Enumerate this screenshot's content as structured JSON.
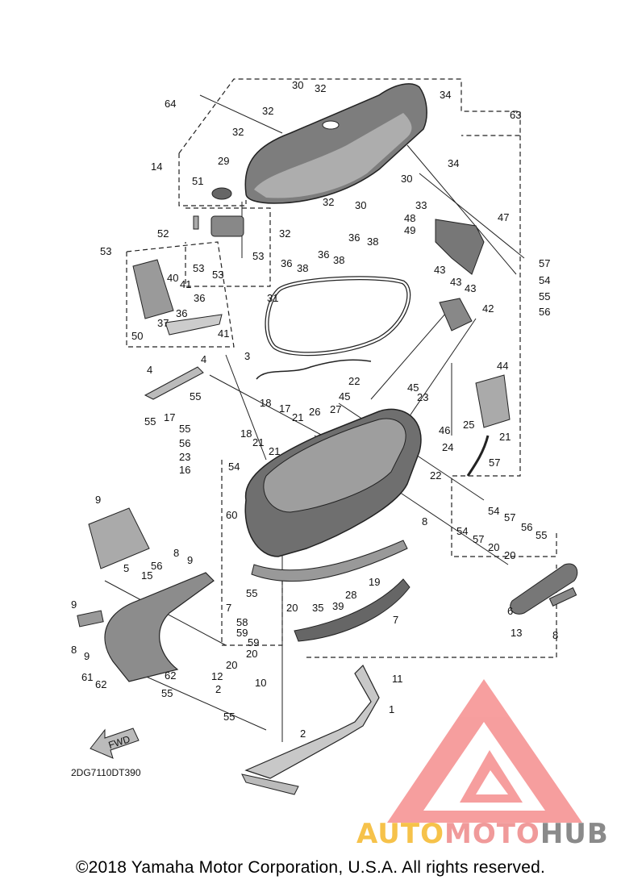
{
  "diagram": {
    "code": "2DG7110DT390",
    "fwd_label": "FWD",
    "copyright": "©2018 Yamaha Motor Corporation, U.S.A. All rights reserved.",
    "watermark": {
      "part1": "AUTO",
      "part2": "MOTO",
      "part3": "HUB",
      "colors": [
        "#f6c24a",
        "#f09a9a",
        "#8a8a8a"
      ]
    },
    "callouts": [
      "64",
      "30",
      "32",
      "34",
      "63",
      "32",
      "32",
      "14",
      "29",
      "30",
      "34",
      "51",
      "30",
      "33",
      "32",
      "52",
      "48",
      "47",
      "49",
      "53",
      "32",
      "36",
      "38",
      "36",
      "38",
      "53",
      "53",
      "53",
      "36",
      "38",
      "31",
      "57",
      "54",
      "55",
      "56",
      "43",
      "43",
      "43",
      "42",
      "40",
      "41",
      "36",
      "36",
      "37",
      "41",
      "50",
      "3",
      "4",
      "4",
      "55",
      "55",
      "17",
      "18",
      "17",
      "18",
      "21",
      "21",
      "26",
      "27",
      "22",
      "45",
      "45",
      "23",
      "46",
      "44",
      "25",
      "21",
      "21",
      "24",
      "22",
      "57",
      "54",
      "55",
      "56",
      "23",
      "16",
      "60",
      "8",
      "9",
      "8",
      "9",
      "5",
      "15",
      "56",
      "55",
      "54",
      "57",
      "56",
      "55",
      "54",
      "57",
      "20",
      "20",
      "28",
      "19",
      "6",
      "7",
      "7",
      "58",
      "59",
      "59",
      "20",
      "20",
      "20",
      "35",
      "39",
      "13",
      "8",
      "9",
      "8",
      "9",
      "61",
      "62",
      "62",
      "12",
      "2",
      "10",
      "11",
      "55",
      "55",
      "1",
      "2"
    ]
  }
}
